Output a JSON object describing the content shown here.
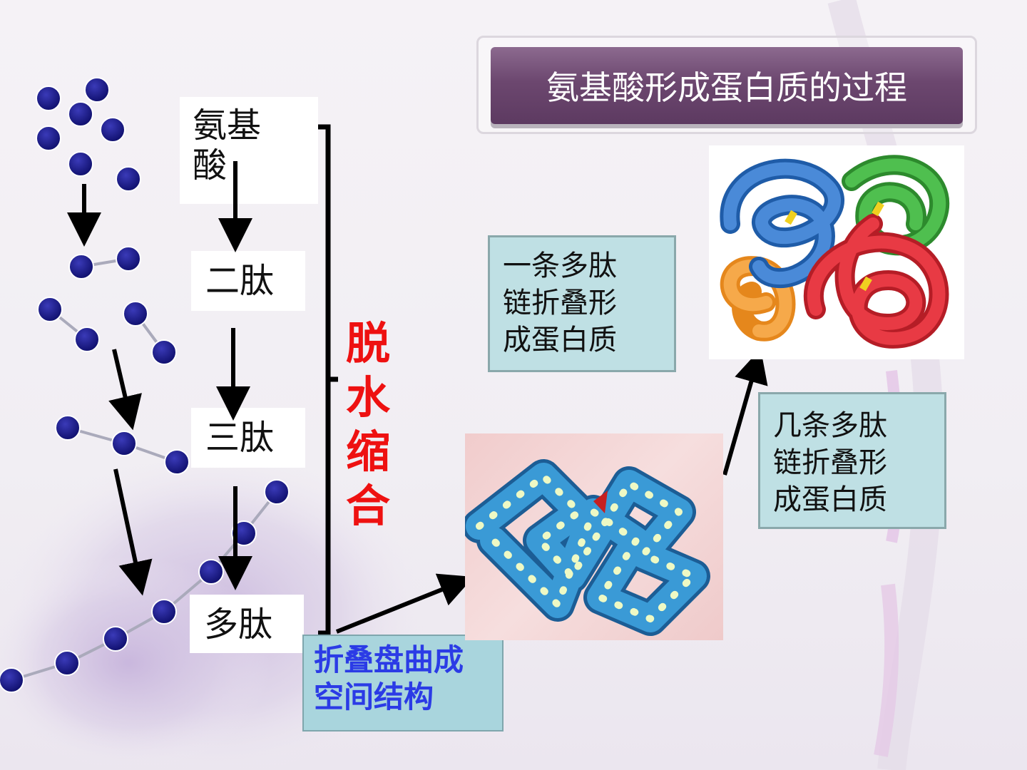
{
  "title": "氨基酸形成蛋白质的过程",
  "stages": [
    {
      "id": "amino-acid",
      "label": "氨基酸"
    },
    {
      "id": "dipeptide",
      "label": "二肽"
    },
    {
      "id": "tripeptide",
      "label": "三肽"
    },
    {
      "id": "polypeptide",
      "label": "多肽"
    }
  ],
  "process_label": "脱水缩合",
  "fold_label": "折叠盘曲成空间结构",
  "single_chain_note": "一条多肽链折叠形成蛋白质",
  "multi_chain_note": "几条多肽链折叠形成蛋白质",
  "colors": {
    "bead": "#1a1a8c",
    "process_text": "#ee1111",
    "fold_text": "#2b3be6",
    "title_bar": "#6c476f",
    "note_bg": "#bfe0e4"
  },
  "icons": [
    "amino-acid-bead",
    "down-arrow",
    "bracket",
    "folded-chain-image",
    "quaternary-protein-image"
  ]
}
